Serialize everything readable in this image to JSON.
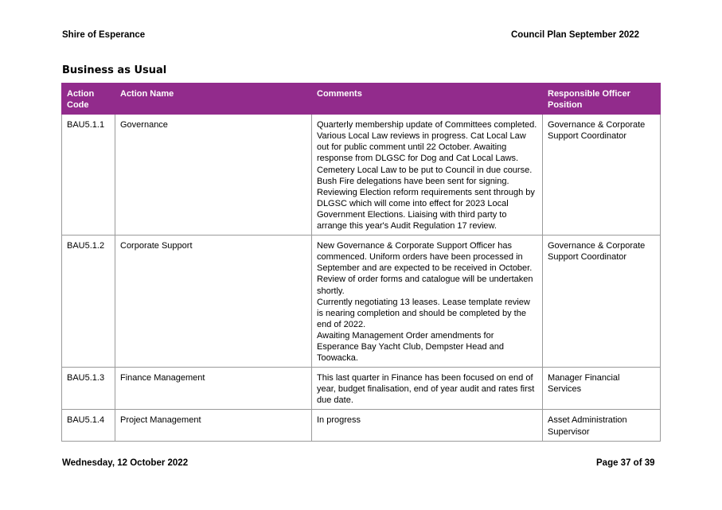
{
  "header": {
    "left": "Shire of Esperance",
    "right": "Council Plan September 2022"
  },
  "section_title": "Business as Usual",
  "table": {
    "headers": [
      "Action Code",
      "Action Name",
      "Comments",
      "Responsible Officer Position"
    ],
    "rows": [
      {
        "code": "BAU5.1.1",
        "name": "Governance",
        "comments": "Quarterly membership update of Committees completed. Various Local Law reviews in progress. Cat Local Law out for public comment until 22 October. Awaiting response from DLGSC for Dog and Cat Local Laws. Cemetery Local Law to be put to Council in due course. Bush Fire delegations have been sent for signing. Reviewing Election reform requirements sent through by DLGSC which will come into effect for 2023 Local Government Elections. Liaising with third party to arrange this year's Audit Regulation 17 review.",
        "officer": "Governance & Corporate Support Coordinator"
      },
      {
        "code": "BAU5.1.2",
        "name": "Corporate Support",
        "comments": "New Governance & Corporate Support Officer has commenced. Uniform orders have been processed in September and are expected to be received in October. Review of order forms and catalogue will be undertaken shortly.\nCurrently negotiating 13 leases. Lease template review is nearing completion and should be completed by the end of 2022.\nAwaiting Management Order amendments for Esperance Bay Yacht Club, Dempster Head and Toowacka.",
        "officer": "Governance & Corporate Support Coordinator"
      },
      {
        "code": "BAU5.1.3",
        "name": "Finance Management",
        "comments": "This last quarter in Finance has been focused on end of year, budget finalisation, end of year audit and rates first due date.",
        "officer": "Manager Financial Services"
      },
      {
        "code": "BAU5.1.4",
        "name": "Project Management",
        "comments": "In progress",
        "officer": "Asset Administration Supervisor"
      }
    ]
  },
  "footer": {
    "left": "Wednesday, 12 October 2022",
    "right": "Page 37 of 39"
  },
  "colors": {
    "header_bg": "#922B8C",
    "header_text": "#ffffff",
    "border": "#9a9a9a"
  }
}
